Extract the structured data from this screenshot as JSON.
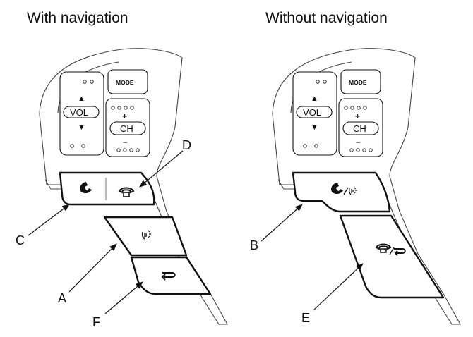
{
  "titles": {
    "left": "With navigation",
    "right": "Without navigation"
  },
  "panel_labels": {
    "mode": "MODE",
    "vol": "VOL",
    "ch": "CH",
    "up": "▲",
    "down": "▼",
    "plus": "+",
    "minus": "–"
  },
  "callouts": {
    "A": "A",
    "B": "B",
    "C": "C",
    "D": "D",
    "E": "E",
    "F": "F"
  },
  "icons": [
    "pick-up-phone-icon",
    "hang-up-phone-icon",
    "talk-voice-icon",
    "back-arrow-icon",
    "pick-up-talk-combo-icon",
    "hang-up-back-combo-icon"
  ]
}
